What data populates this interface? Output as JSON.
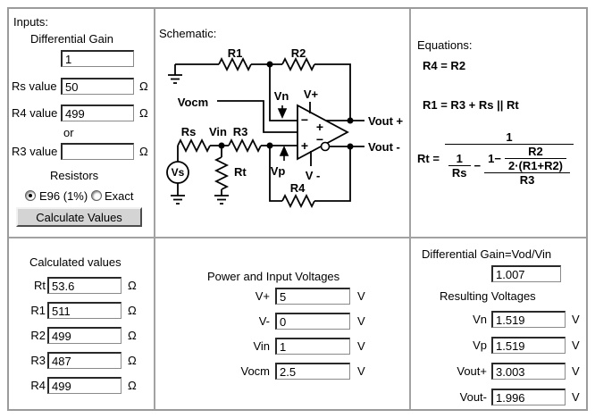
{
  "inputs": {
    "title": "Inputs:",
    "gain_label": "Differential Gain",
    "gain_value": "1",
    "rows": [
      {
        "label": "Rs value",
        "value": "50",
        "unit": "Ω"
      },
      {
        "label": "R4 value",
        "value": "499",
        "unit": "Ω"
      },
      {
        "label": "R3 value",
        "value": "",
        "unit": "Ω"
      }
    ],
    "or_label": "or",
    "resistors_label": "Resistors",
    "radios": [
      {
        "label": "E96 (1%)",
        "selected": true
      },
      {
        "label": "Exact",
        "selected": false
      }
    ],
    "button_label": "Calculate Values"
  },
  "schematic": {
    "title": "Schematic:",
    "labels": {
      "r1": "R1",
      "r2": "R2",
      "rs": "Rs",
      "r3": "R3",
      "r4": "R4",
      "rt": "Rt",
      "vs": "Vs",
      "vin": "Vin",
      "vocm": "Vocm",
      "vn": "Vn",
      "vp": "Vp",
      "v_plus": "V+",
      "v_minus": "V -",
      "vout_plus": "Vout +",
      "vout_minus": "Vout -",
      "in_minus": "−",
      "mid_plus": "+",
      "mid_minus": "−",
      "in_plus": "+"
    }
  },
  "equations": {
    "title": "Equations:",
    "eq1": "R4 = R2",
    "eq2": "R1 = R3 + Rs || Rt",
    "eq3": {
      "lhs": "Rt =",
      "numerator": "1",
      "term1_num": "1",
      "term1_den": "Rs",
      "minus": "−",
      "inner_lead": "1−",
      "inner_num": "R2",
      "inner_den": "2·(R1+R2)",
      "outer_den": "R3"
    }
  },
  "calculated": {
    "title": "Calculated values",
    "rows": [
      {
        "label": "Rt",
        "value": "53.6",
        "unit": "Ω"
      },
      {
        "label": "R1",
        "value": "511",
        "unit": "Ω"
      },
      {
        "label": "R2",
        "value": "499",
        "unit": "Ω"
      },
      {
        "label": "R3",
        "value": "487",
        "unit": "Ω"
      },
      {
        "label": "R4",
        "value": "499",
        "unit": "Ω"
      }
    ]
  },
  "power": {
    "title": "Power and Input Voltages",
    "rows": [
      {
        "label": "V+",
        "value": "5",
        "unit": "V"
      },
      {
        "label": "V-",
        "value": "0",
        "unit": "V"
      },
      {
        "label": "Vin",
        "value": "1",
        "unit": "V"
      },
      {
        "label": "Vocm",
        "value": "2.5",
        "unit": "V"
      }
    ]
  },
  "results": {
    "title": "Differential Gain=Vod/Vin",
    "gain_value": "1.007",
    "subtitle": "Resulting Voltages",
    "rows": [
      {
        "label": "Vn",
        "value": "1.519",
        "unit": "V"
      },
      {
        "label": "Vp",
        "value": "1.519",
        "unit": "V"
      },
      {
        "label": "Vout+",
        "value": "3.003",
        "unit": "V"
      },
      {
        "label": "Vout-",
        "value": "1.996",
        "unit": "V"
      }
    ]
  }
}
